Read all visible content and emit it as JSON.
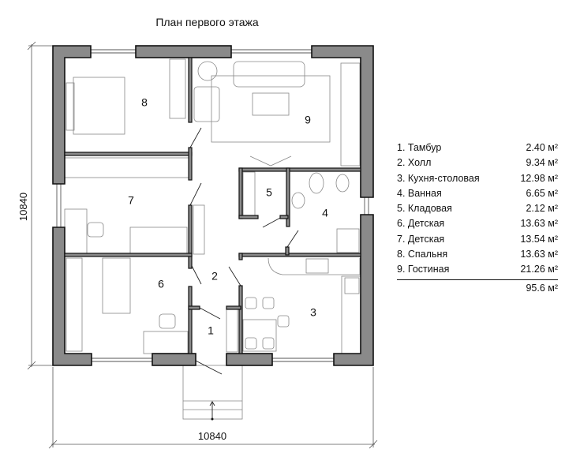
{
  "title": "План первого этажа",
  "dimensions": {
    "width": "10840",
    "height": "10840"
  },
  "rooms": [
    {
      "number": "1",
      "name": "Тамбур",
      "area": "2.40 м²"
    },
    {
      "number": "2",
      "name": "Холл",
      "area": "9.34 м²"
    },
    {
      "number": "3",
      "name": "Кухня-столовая",
      "area": "12.98 м²"
    },
    {
      "number": "4",
      "name": "Ванная",
      "area": "6.65 м²"
    },
    {
      "number": "5",
      "name": "Кладовая",
      "area": "2.12 м²"
    },
    {
      "number": "6",
      "name": "Детская",
      "area": "13.63 м²"
    },
    {
      "number": "7",
      "name": "Детская",
      "area": "13.54 м²"
    },
    {
      "number": "8",
      "name": "Спальня",
      "area": "13.63 м²"
    },
    {
      "number": "9",
      "name": "Гостиная",
      "area": "21.26 м²"
    }
  ],
  "legend": [
    {
      "label": "1. Тамбур",
      "area": "2.40 м²"
    },
    {
      "label": "2. Холл",
      "area": "9.34 м²"
    },
    {
      "label": "3. Кухня-столовая",
      "area": "12.98 м²"
    },
    {
      "label": "4. Ванная",
      "area": "6.65 м²"
    },
    {
      "label": "5. Кладовая",
      "area": "2.12 м²"
    },
    {
      "label": "6. Детская",
      "area": "13.63 м²"
    },
    {
      "label": "7. Детская",
      "area": "13.54 м²"
    },
    {
      "label": "8. Спальня",
      "area": "13.63 м²"
    },
    {
      "label": "9. Гостиная",
      "area": "21.26 м²"
    }
  ],
  "total": "95.6 м²"
}
